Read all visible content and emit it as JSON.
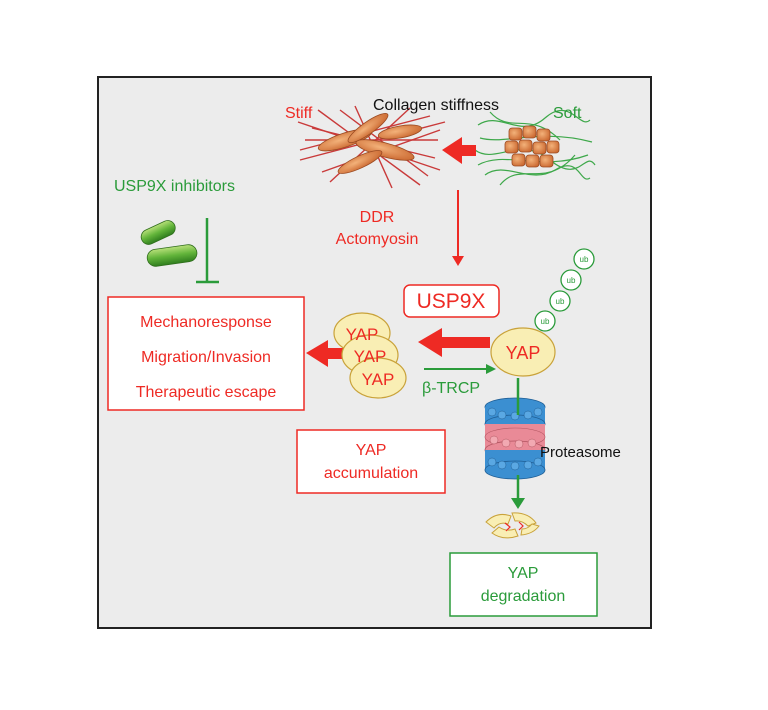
{
  "labels": {
    "stiff": "Stiff",
    "collagen_stiffness": "Collagen stiffness",
    "soft": "Soft",
    "usp9x_inhibitors": "USP9X inhibitors",
    "ddr": "DDR",
    "actomyosin": "Actomyosin",
    "usp9x": "USP9X",
    "mechanoresponse": "Mechanoresponse",
    "migration_invasion": "Migration/Invasion",
    "therapeutic_escape": "Therapeutic escape",
    "yap": "YAP",
    "beta_trcp": "β-TRCP",
    "ub": "ub",
    "proteasome": "Proteasome",
    "yap_accumulation_1": "YAP",
    "yap_accumulation_2": "accumulation",
    "yap_degradation_1": "YAP",
    "yap_degradation_2": "degradation"
  },
  "colors": {
    "red": "#ee2a24",
    "green": "#2a9b3a",
    "panel": "#ececec",
    "yap_fill": "#f9eeb4",
    "yap_stroke": "#c9a23a"
  }
}
